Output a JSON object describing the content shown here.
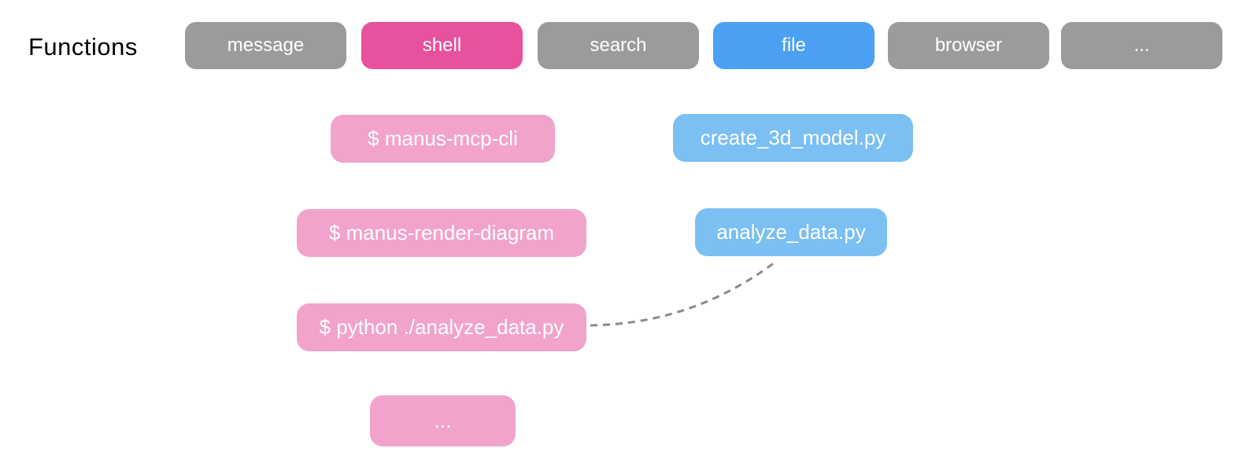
{
  "colors": {
    "gray": "#9B9B9B",
    "pink": "#E8519D",
    "blue": "#4BA0F3",
    "light_pink": "#F2A3CC",
    "light_blue": "#7BBFF3",
    "connector": "#8A8A8A",
    "title_text": "#000000",
    "node_text": "#FFFFFF"
  },
  "diagram": {
    "title": "Functions",
    "function_tabs": [
      {
        "label": "message",
        "color": "#9B9B9B"
      },
      {
        "label": "shell",
        "color": "#E8519D"
      },
      {
        "label": "search",
        "color": "#9B9B9B"
      },
      {
        "label": "file",
        "color": "#4BA0F3"
      },
      {
        "label": "browser",
        "color": "#9B9B9B"
      },
      {
        "label": "...",
        "color": "#9B9B9B"
      }
    ],
    "shell_branch": {
      "parent": "shell",
      "items": [
        {
          "label": "$ manus-mcp-cli"
        },
        {
          "label": "$ manus-render-diagram"
        },
        {
          "label": "$ python ./analyze_data.py"
        },
        {
          "label": "..."
        }
      ]
    },
    "file_branch": {
      "parent": "file",
      "items": [
        {
          "label": "create_3d_model.py"
        },
        {
          "label": "analyze_data.py"
        }
      ]
    },
    "connector": {
      "from": "$ python ./analyze_data.py",
      "to": "analyze_data.py",
      "style": "dashed"
    }
  }
}
